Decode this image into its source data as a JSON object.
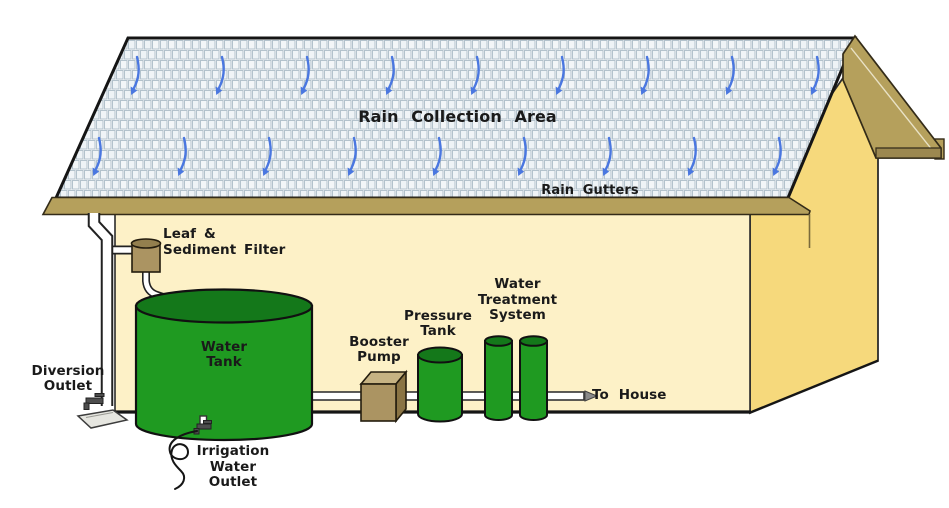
{
  "diagram": {
    "name": "Rainwater harvesting system diagram"
  },
  "labels": {
    "rain_collection_area": "Rain Collection Area",
    "rain_gutters": "Rain Gutters",
    "leaf_sediment_filter": [
      "Leaf &",
      "Sediment Filter"
    ],
    "water_tank": [
      "Water",
      "Tank"
    ],
    "diversion_outlet": [
      "Diversion",
      "Outlet"
    ],
    "irrigation_water_outlet": [
      "Irrigation",
      "Water",
      "Outlet"
    ],
    "booster_pump": [
      "Booster",
      "Pump"
    ],
    "pressure_tank": [
      "Pressure",
      "Tank"
    ],
    "water_treatment_system": [
      "Water",
      "Treatment",
      "System"
    ],
    "to_house": "To House"
  },
  "icons": {
    "rain_arrow": "rain-arrow-icon",
    "diversion_faucet": "faucet-icon",
    "irrigation_spigot": "faucet-icon",
    "hose_coil": "hose-coil-icon",
    "flow_arrow": "flow-arrow-icon"
  },
  "colors": {
    "wall_front": "#fdf1c7",
    "wall_gable": "#f6d97c",
    "roof_shingle_line": "#b3c2cc",
    "trim_tan": "#b5a05c",
    "trim_tan_dark": "#9c8850",
    "tank_green": "#1f9a21",
    "tank_green_dark": "#14781a",
    "pump_tan": "#ab9462",
    "pump_tan_light": "#c6b383",
    "pump_tan_dark": "#8a7444",
    "filter_lid_tan": "#937f4e",
    "rain_arrow_blue": "#4a77e0",
    "pipe_white": "#ffffff",
    "outline_dark": "#1a1a1a"
  }
}
